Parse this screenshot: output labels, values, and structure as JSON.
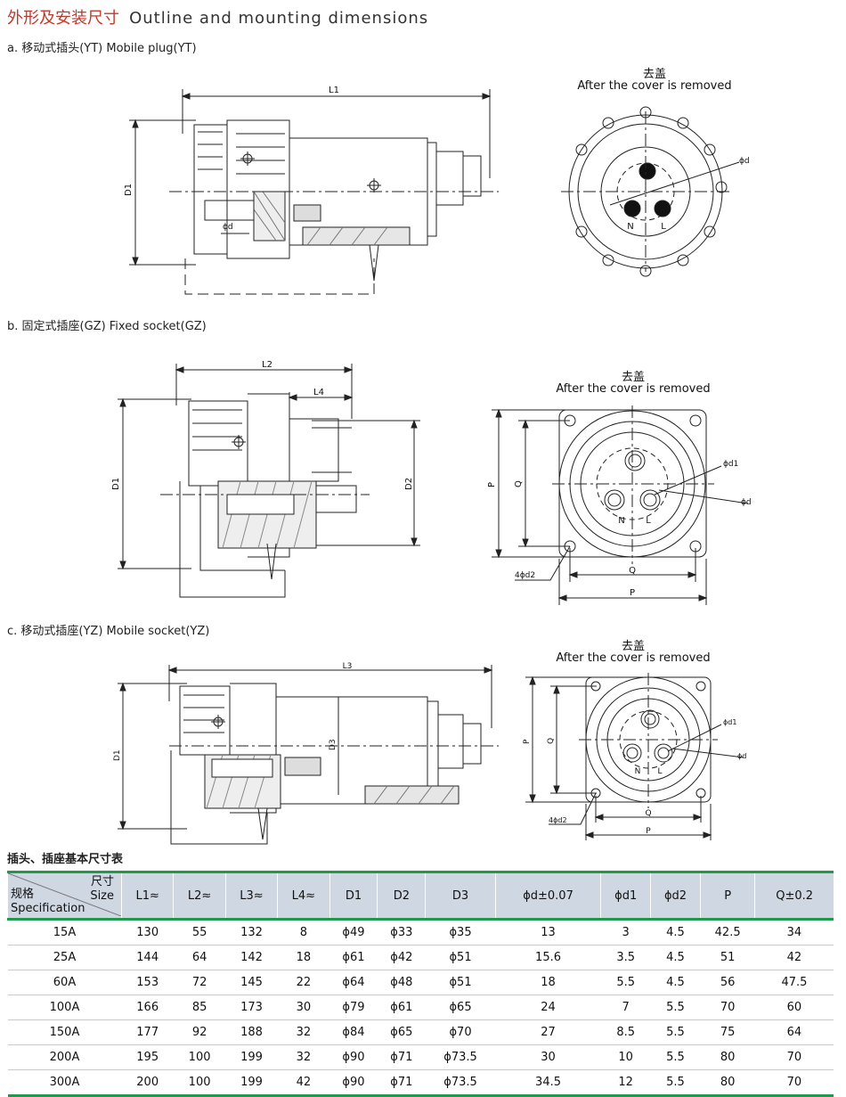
{
  "header": {
    "title_cn": "外形及安装尺寸",
    "title_en": "Outline and mounting dimensions"
  },
  "sections": [
    {
      "label": "a. 移动式插头(YT)  Mobile plug(YT)"
    },
    {
      "label": "b. 固定式插座(GZ)  Fixed socket(GZ)"
    },
    {
      "label": "c. 移动式插座(YZ)  Mobile socket(YZ)"
    }
  ],
  "front_view": {
    "title_cn": "去盖",
    "title_en": "After the cover is removed"
  },
  "drawing_labels": {
    "L1": "L1",
    "L2": "L2",
    "L3": "L3",
    "L4": "L4",
    "D1": "D1",
    "D2": "D2",
    "D3": "D3",
    "d": "ϕd",
    "d1": "ϕd1",
    "d2": "4ϕd2",
    "P": "P",
    "Q": "Q",
    "N": "N",
    "L": "L"
  },
  "table": {
    "title": "插头、插座基本尺寸表",
    "corner": {
      "top_cn": "尺寸",
      "top_en": "Size",
      "bottom_cn": "规格",
      "bottom_en": "Specification"
    },
    "columns": [
      "L1≈",
      "L2≈",
      "L3≈",
      "L4≈",
      "D1",
      "D2",
      "D3",
      "ϕd±0.07",
      "ϕd1",
      "ϕd2",
      "P",
      "Q±0.2"
    ],
    "rows": [
      {
        "spec": "15A",
        "values": [
          "130",
          "55",
          "132",
          "8",
          "ϕ49",
          "ϕ33",
          "ϕ35",
          "13",
          "3",
          "4.5",
          "42.5",
          "34"
        ]
      },
      {
        "spec": "25A",
        "values": [
          "144",
          "64",
          "142",
          "18",
          "ϕ61",
          "ϕ42",
          "ϕ51",
          "15.6",
          "3.5",
          "4.5",
          "51",
          "42"
        ]
      },
      {
        "spec": "60A",
        "values": [
          "153",
          "72",
          "145",
          "22",
          "ϕ64",
          "ϕ48",
          "ϕ51",
          "18",
          "5.5",
          "4.5",
          "56",
          "47.5"
        ]
      },
      {
        "spec": "100A",
        "values": [
          "166",
          "85",
          "173",
          "30",
          "ϕ79",
          "ϕ61",
          "ϕ65",
          "24",
          "7",
          "5.5",
          "70",
          "60"
        ]
      },
      {
        "spec": "150A",
        "values": [
          "177",
          "92",
          "188",
          "32",
          "ϕ84",
          "ϕ65",
          "ϕ70",
          "27",
          "8.5",
          "5.5",
          "75",
          "64"
        ]
      },
      {
        "spec": "200A",
        "values": [
          "195",
          "100",
          "199",
          "32",
          "ϕ90",
          "ϕ71",
          "ϕ73.5",
          "30",
          "10",
          "5.5",
          "80",
          "70"
        ]
      },
      {
        "spec": "300A",
        "values": [
          "200",
          "100",
          "199",
          "42",
          "ϕ90",
          "ϕ71",
          "ϕ73.5",
          "34.5",
          "12",
          "5.5",
          "80",
          "70"
        ]
      }
    ]
  },
  "colors": {
    "title_red": "#c0392b",
    "rule_green": "#1f9a4c",
    "header_bg": "#cfd7e2"
  }
}
